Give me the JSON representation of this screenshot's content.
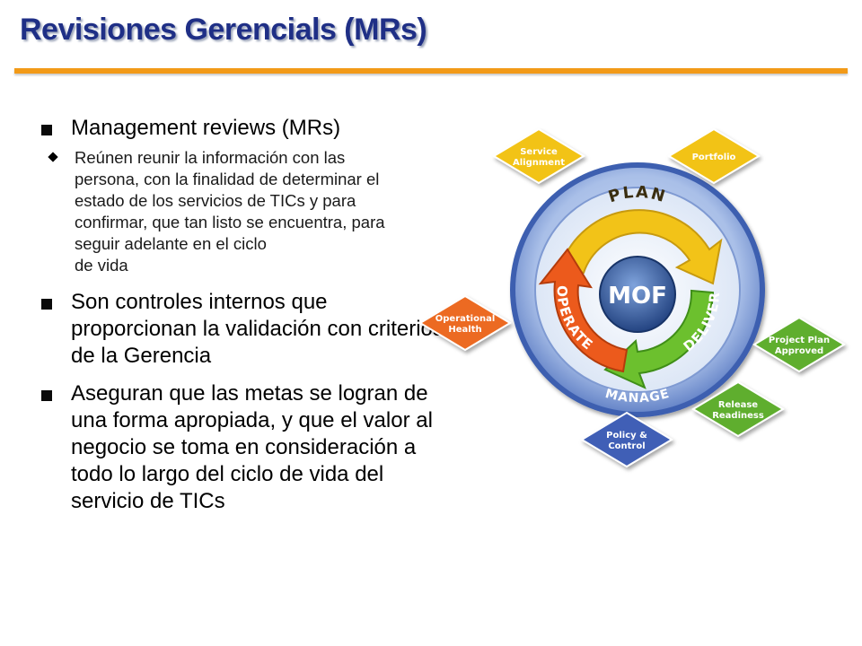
{
  "slide": {
    "title": "Revisiones Gerencials (MRs)",
    "bullets": [
      {
        "text": "Management reviews (MRs)",
        "sub": {
          "lines": [
            "Reúnen reunir la información con las",
            "persona, con la finalidad de determinar el",
            "estado de los servicios de TICs y para",
            "confirmar, que tan listo se encuentra, para",
            "seguir adelante en el ciclo",
            "de vida"
          ]
        }
      },
      {
        "lines": [
          "Son controles internos que",
          "proporcionan la validación con criterios",
          "de la Gerencia"
        ]
      },
      {
        "lines": [
          "Aseguran que las metas se logran de",
          "una forma apropiada, y que el valor al",
          "negocio se toma en consideración a",
          "todo lo largo del ciclo de vida del",
          "servicio de TICs"
        ]
      }
    ]
  },
  "diagram": {
    "center": "MOF",
    "phases": {
      "plan": "PLAN",
      "deliver": "DELIVER",
      "operate": "OPERATE",
      "manage": "MANAGE"
    },
    "reviews": [
      {
        "lines": [
          "Service",
          "Alignment"
        ],
        "color": "#f2c318"
      },
      {
        "lines": [
          "Portfolio"
        ],
        "color": "#f2c318"
      },
      {
        "lines": [
          "Operational",
          "Health"
        ],
        "color": "#ec6a22"
      },
      {
        "lines": [
          "Project Plan",
          "Approved"
        ],
        "color": "#5fae2f"
      },
      {
        "lines": [
          "Release",
          "Readiness"
        ],
        "color": "#5fae2f"
      },
      {
        "lines": [
          "Policy &",
          "Control"
        ],
        "color": "#3f5fb6"
      }
    ],
    "colors": {
      "title": "#1f2f86",
      "rule": "#f29a18",
      "plan": "#f2c318",
      "deliver": "#6cc02e",
      "operate": "#ec5a1c",
      "ring": "#5a7fc8",
      "core": "#2f5aa0"
    }
  }
}
